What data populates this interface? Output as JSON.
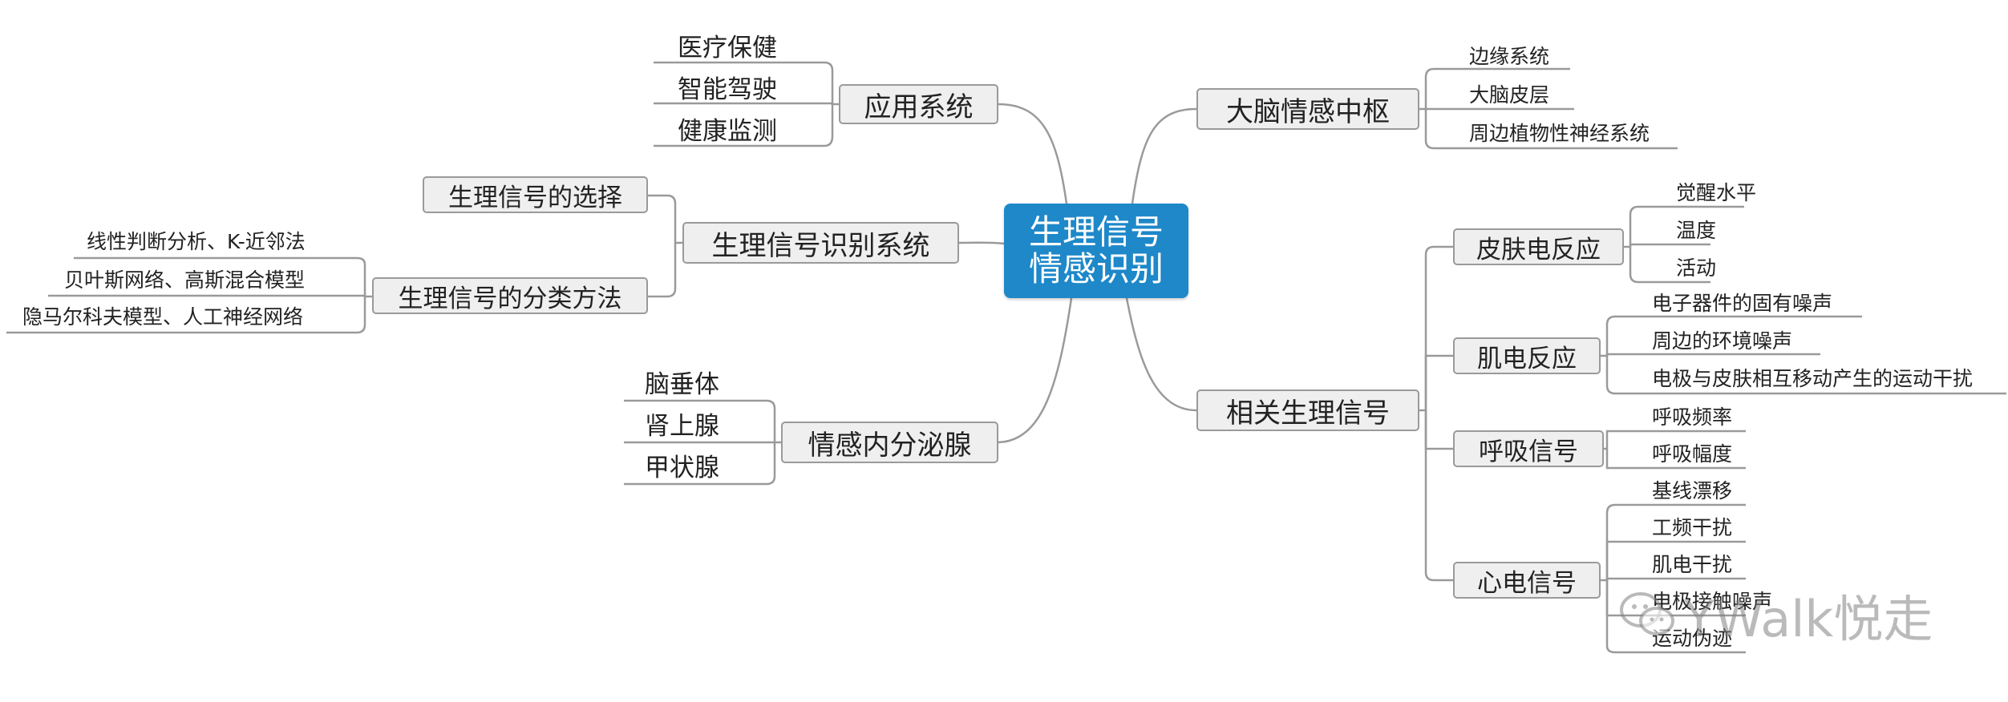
{
  "center": {
    "line1": "生理信号",
    "line2": "情感识别"
  },
  "app": {
    "label": "应用系统",
    "items": [
      "医疗保健",
      "智能驾驶",
      "健康监测"
    ]
  },
  "recog": {
    "label": "生理信号识别系统",
    "select": {
      "label": "生理信号的选择"
    },
    "classify": {
      "label": "生理信号的分类方法",
      "items": [
        "线性判断分析、K-近邻法",
        "贝叶斯网络、高斯混合模型",
        "隐马尔科夫模型、人工神经网络"
      ]
    }
  },
  "gland": {
    "label": "情感内分泌腺",
    "items": [
      "脑垂体",
      "肾上腺",
      "甲状腺"
    ]
  },
  "brain": {
    "label": "大脑情感中枢",
    "items": [
      "边缘系统",
      "大脑皮层",
      "周边植物性神经系统"
    ]
  },
  "signals": {
    "label": "相关生理信号",
    "skin": {
      "label": "皮肤电反应",
      "items": [
        "觉醒水平",
        "温度",
        "活动"
      ]
    },
    "emg": {
      "label": "肌电反应",
      "items": [
        "电子器件的固有噪声",
        "周边的环境噪声",
        "电极与皮肤相互移动产生的运动干扰"
      ]
    },
    "resp": {
      "label": "呼吸信号",
      "items": [
        "呼吸频率",
        "呼吸幅度"
      ]
    },
    "ecg": {
      "label": "心电信号",
      "items": [
        "基线漂移",
        "工频干扰",
        "肌电干扰",
        "电极接触噪声",
        "运动伪迹"
      ]
    }
  },
  "watermark": {
    "text": "YWalk悦走",
    "icon": "wechat-icon"
  },
  "colors": {
    "center": "#1e88c9",
    "node_fill": "#efefef",
    "node_border": "#9a9a9a",
    "line": "#9a9a9a"
  }
}
